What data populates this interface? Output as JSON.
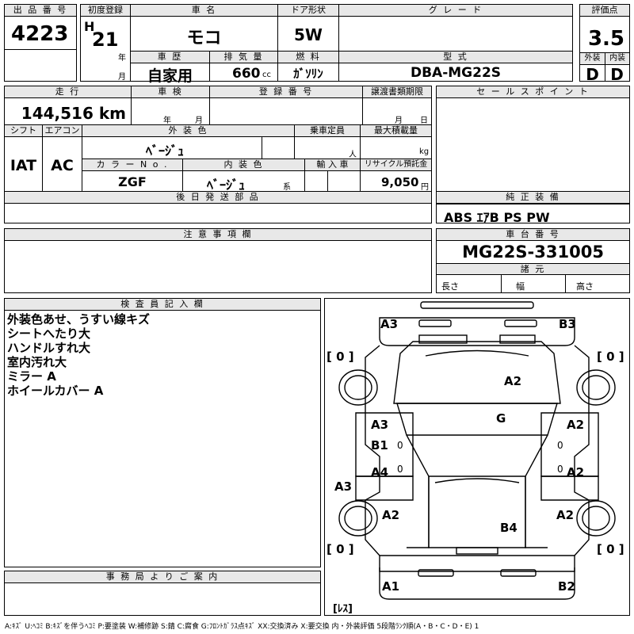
{
  "lot": {
    "header": "出 品 番 号",
    "value": "4223"
  },
  "first_reg": {
    "header": "初度登録",
    "era": "H",
    "year": "21",
    "year_unit": "年",
    "month_unit": "月"
  },
  "car_name": {
    "header": "車 名",
    "value": "モコ"
  },
  "door": {
    "header": "ドア形状",
    "value": "5W"
  },
  "grade": {
    "header": "グ レ ー ド",
    "value": ""
  },
  "score": {
    "header": "評価点",
    "value": "3.5",
    "ext_header": "外装",
    "int_header": "内装",
    "ext_value": "D",
    "int_value": "D"
  },
  "history": {
    "header": "車 歴",
    "value": "自家用"
  },
  "displacement": {
    "header": "排 気 量",
    "value": "660",
    "unit": "cc"
  },
  "fuel": {
    "header": "燃 料",
    "value": "ｶﾞｿﾘﾝ"
  },
  "model": {
    "header": "型 式",
    "value": "DBA-MG22S"
  },
  "mileage": {
    "header": "走 行",
    "value": "144,516 km"
  },
  "inspection": {
    "header": "車 検",
    "year_unit": "年",
    "month_unit": "月"
  },
  "registration": {
    "header": "登 録 番 号",
    "value": ""
  },
  "transfer_deadline": {
    "header": "譲渡書類期限",
    "month_unit": "月",
    "day_unit": "日"
  },
  "sales_points": {
    "header": "セ ー ル ス ポ イ ン ト",
    "value": ""
  },
  "shift": {
    "header": "シフト",
    "value": "IAT"
  },
  "aircon": {
    "header": "エアコン",
    "value": "AC"
  },
  "ext_color": {
    "header": "外 装 色",
    "value": "ﾍﾞｰｼﾞｭ"
  },
  "capacity": {
    "header": "乗車定員",
    "unit": "人"
  },
  "max_load": {
    "header": "最大積載量",
    "unit": "kg"
  },
  "color_no": {
    "header": "カ ラ ー N o .",
    "value": "ZGF"
  },
  "int_color": {
    "header": "内 装 色",
    "value": "ﾍﾞｰｼﾞｭ",
    "suffix": "系"
  },
  "import": {
    "header": "輸 入 車",
    "value": ""
  },
  "recycle": {
    "header": "リサイクル預託金",
    "value": "9,050",
    "unit": "円"
  },
  "later_parts": {
    "header": "後 日 発 送 部 品",
    "value": ""
  },
  "equipment": {
    "header": "純 正 装 備",
    "value": "ABS ｴｱB PS PW"
  },
  "notes": {
    "header": "注 意 事 項 欄",
    "value": ""
  },
  "chassis": {
    "header": "車 台 番 号",
    "value": "MG22S-331005"
  },
  "dimensions": {
    "header": "諸 元",
    "length": "長さ",
    "width": "幅",
    "height": "高さ"
  },
  "inspector": {
    "header": "検 査 員 記 入 欄",
    "lines": [
      "外装色あせ、うすい線キズ",
      "シートへたり大",
      "ハンドルすれ大",
      "室内汚れ大",
      "ミラー A",
      "ホイールカバー A"
    ]
  },
  "office": {
    "header": "事 務 局 よ り ご 案 内",
    "value": ""
  },
  "diagram": {
    "marks": {
      "a3_tl": "A3",
      "b3_tr": "B3",
      "a2_hood": "A2",
      "g_glass": "G",
      "a3_fl": "A3",
      "b1_fl": "B1",
      "a2_fr": "A2",
      "a4_rl": "A4",
      "a2_rr": "A2",
      "a3_left": "A3",
      "a2_lq": "A2",
      "a2_rq": "A2",
      "b4_roof": "B4",
      "a1_bl": "A1",
      "b2_br": "B2"
    },
    "tire_fl": "[ 0 ]",
    "tire_fr": "[ 0 ]",
    "tire_rl": "[ 0 ]",
    "tire_rr": "[ 0 ]",
    "spare": "[ﾚｽ]",
    "zero": "0"
  },
  "legend": "A:ｷｽﾞ U:ﾍｺﾐ B:ｷｽﾞを伴うﾍｺﾐ P:要塗装 W:補修跡 S:錆 C:腐食 G:ﾌﾛﾝﾄｶﾞﾗｽ点ｷｽﾞ XX:交換済み X:要交換 内・外装評価 5段階ﾗﾝｸ順(A・B・C・D・E) 1"
}
